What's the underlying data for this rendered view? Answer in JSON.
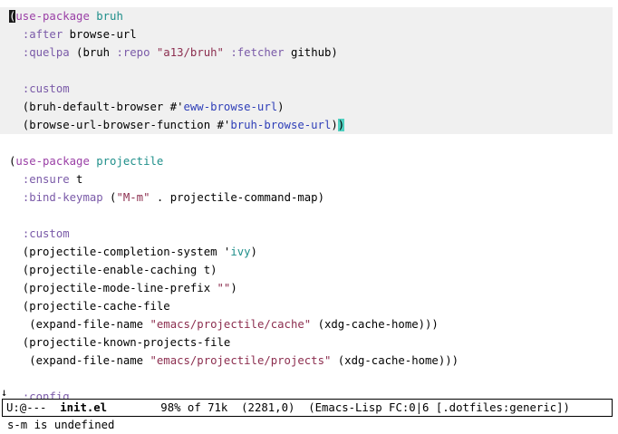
{
  "buffer": {
    "l1": {
      "cursor": "(",
      "kw": "use-package",
      "sp": " ",
      "pkg": "bruh"
    },
    "l2": {
      "indent": "  ",
      "kwd": ":after",
      "rest": " browse-url"
    },
    "l3": {
      "indent": "  ",
      "kwd": ":quelpa",
      "a": " (bruh ",
      "repo_kwd": ":repo",
      "sp": " ",
      "repo_str": "\"a13/bruh\"",
      "sp2": " ",
      "fetch_kwd": ":fetcher",
      "b": " github)"
    },
    "l5": {
      "indent": "  ",
      "kwd": ":custom"
    },
    "l6": {
      "a": "  (bruh-default-browser #'",
      "fq": "eww-browse-url",
      "b": ")"
    },
    "l7": {
      "a": "  (browse-url-browser-function #'",
      "fq": "bruh-browse-url",
      "b": ")",
      "match": ")"
    },
    "l9": {
      "open": "(",
      "kw": "use-package",
      "sp": " ",
      "pkg": "projectile"
    },
    "l10": {
      "indent": "  ",
      "kwd": ":ensure",
      "rest": " t"
    },
    "l11": {
      "indent": "  ",
      "kwd": ":bind-keymap",
      "a": " (",
      "str": "\"M-m\"",
      "b": " . projectile-command-map)"
    },
    "l13": {
      "indent": "  ",
      "kwd": ":custom"
    },
    "l14": {
      "a": "  (projectile-completion-system '",
      "fn": "ivy",
      "b": ")"
    },
    "l15": {
      "text": "  (projectile-enable-caching t)"
    },
    "l16": {
      "a": "  (projectile-mode-line-prefix ",
      "str": "\"\"",
      "b": ")"
    },
    "l17": {
      "text": "  (projectile-cache-file"
    },
    "l18": {
      "a": "   (expand-file-name ",
      "str": "\"emacs/projectile/cache\"",
      "b": " (xdg-cache-home)))"
    },
    "l19": {
      "text": "  (projectile-known-projects-file"
    },
    "l20": {
      "a": "   (expand-file-name ",
      "str": "\"emacs/projectile/projects\"",
      "b": " (xdg-cache-home)))"
    },
    "l22": {
      "indent": "  ",
      "kwd": ":config"
    }
  },
  "mode_line": {
    "status": "U:@---",
    "buffer_name": "init.el",
    "position": "98% of 71k",
    "line_col": "(2281,0)",
    "modes": "(Emacs-Lisp FC:0|6 [.dotfiles:generic])"
  },
  "echo_area": {
    "message": "s-m is undefined"
  },
  "colors": {
    "keyword": "#9a3fa6",
    "function": "#1f8f8a",
    "string": "#8c2e4f",
    "paren_match": "#4fd0c0",
    "current_block_bg": "#f0f0f0"
  }
}
